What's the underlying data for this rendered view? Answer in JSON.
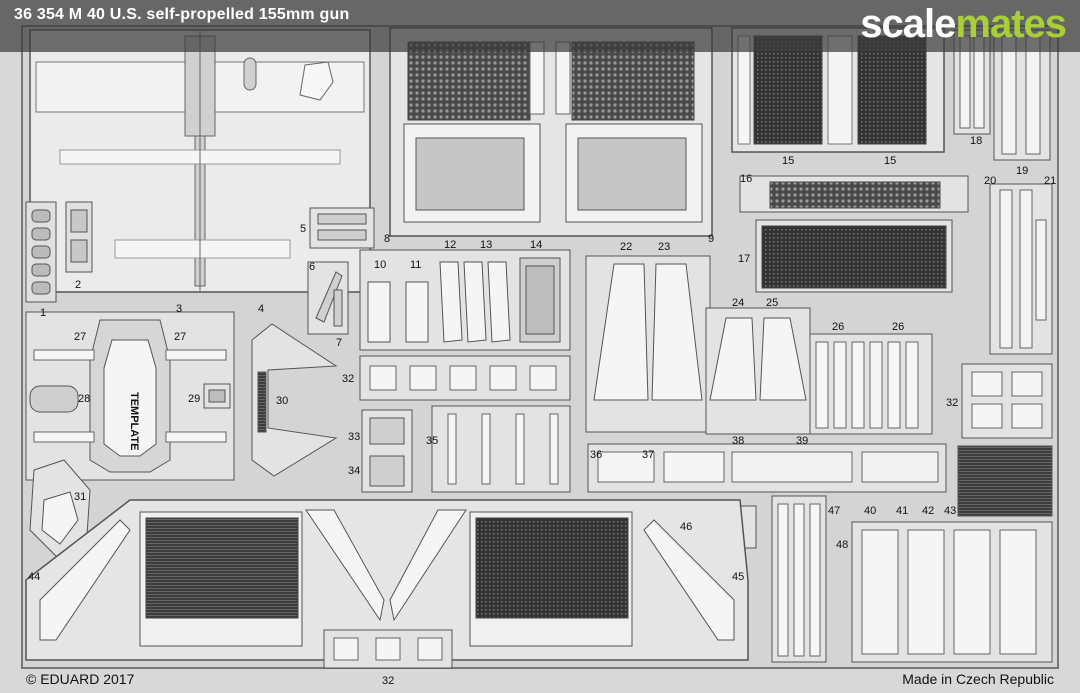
{
  "header": {
    "title": "36 354  M 40 U.S. self-propelled 155mm gun",
    "brand_part1": "scale",
    "brand_part2": "mates",
    "brand_colors": {
      "part1": "#ffffff",
      "part2": "#a9cf38"
    }
  },
  "footer": {
    "copyright": "© EDUARD 2017",
    "made_in": "Made in Czech Republic"
  },
  "parts": {
    "p1": "1",
    "p2": "2",
    "p3": "3",
    "p4": "4",
    "p5": "5",
    "p6": "6",
    "p7": "7",
    "p8": "8",
    "p9": "9",
    "p10": "10",
    "p11": "11",
    "p12": "12",
    "p13": "13",
    "p14": "14",
    "p15a": "15",
    "p15b": "15",
    "p16": "16",
    "p17": "17",
    "p18": "18",
    "p19": "19",
    "p20": "20",
    "p21": "21",
    "p22": "22",
    "p23": "23",
    "p24": "24",
    "p25": "25",
    "p26a": "26",
    "p26b": "26",
    "p27a": "27",
    "p27b": "27",
    "p28": "28",
    "p29": "29",
    "p30": "30",
    "p31": "31",
    "p32a": "32",
    "p32b": "32",
    "p32c": "32",
    "p33": "33",
    "p34": "34",
    "p35": "35",
    "p36": "36",
    "p37": "37",
    "p38": "38",
    "p39": "39",
    "p40": "40",
    "p41": "41",
    "p42": "42",
    "p43": "43",
    "p44": "44",
    "p45": "45",
    "p46": "46",
    "p47": "47",
    "p48": "48"
  },
  "template_text": "TEMPLATE",
  "colors": {
    "fret": "#cfcfcf",
    "part": "#e6e6e6",
    "outline": "#555555",
    "mesh": "#3a3a3a"
  }
}
